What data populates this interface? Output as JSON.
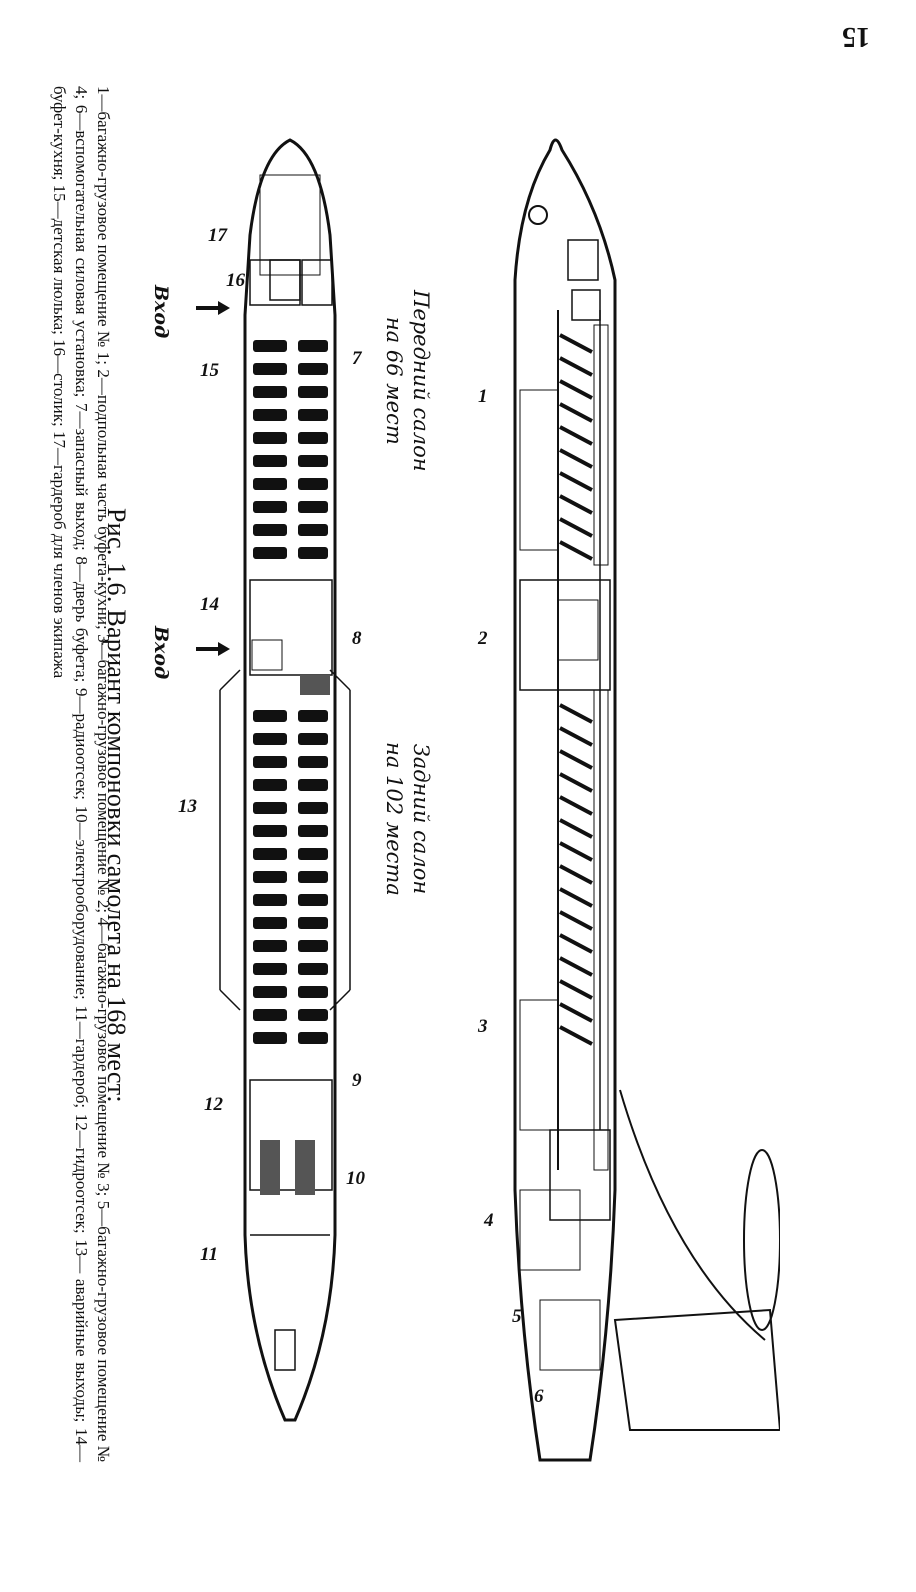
{
  "page": {
    "number": "15"
  },
  "figure": {
    "title": "Рис. 1.6. Вариант компоновки самолета на 168 мест:",
    "legend": "1—багажно-грузовое помещение № 1; 2—подпольная часть буфета-кухни; 3—багажно-грузовое помещение № 2; 4—багажно-грузовое помещение № 3; 5—багажно-грузовое помещение № 4; 6—вспомогательная силовая установка; 7—запасный выход; 8—дверь буфета; 9—радиоотсек; 10—электрооборудование; 11—гардероб; 12—гидроотсек; 13— аварийные выходы; 14—буфет-кухня; 15—детская люлька; 16—столик; 17—гардероб для членов экипажа"
  },
  "side_view": {
    "front_salon": [
      "Передний салон",
      "на 66 мест"
    ],
    "rear_salon": [
      "Задний салон",
      "на 102 места"
    ],
    "callouts": [
      "1",
      "2",
      "3",
      "4",
      "5",
      "6"
    ]
  },
  "plan_view": {
    "entry_front": "Вход",
    "entry_rear": "Вход",
    "callouts": [
      "17",
      "16",
      "15",
      "7",
      "14",
      "8",
      "13",
      "9",
      "12",
      "10",
      "11"
    ]
  }
}
